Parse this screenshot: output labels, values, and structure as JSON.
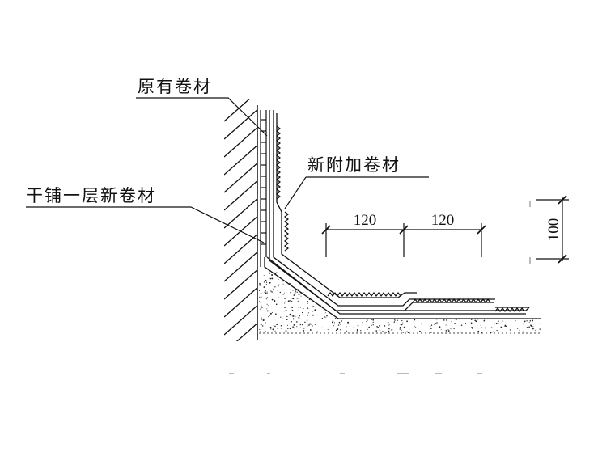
{
  "labels": {
    "original_membrane": "原有卷材",
    "new_additional_membrane": "新附加卷材",
    "dry_laid_new_membrane": "干铺一层新卷材"
  },
  "dimensions": {
    "horizontal_1": "120",
    "horizontal_2": "120",
    "vertical": "100"
  },
  "colors": {
    "ink": "#111111",
    "background": "#ffffff"
  }
}
